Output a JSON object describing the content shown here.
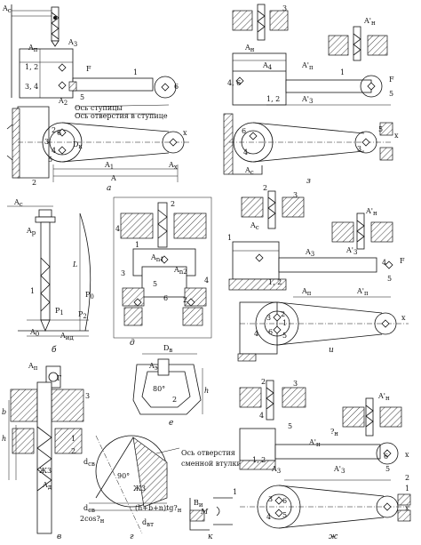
{
  "labels": {
    "a": {
      "caption": "а",
      "Ac": "A",
      "Ac_sub": "с",
      "An": "A",
      "An_sub": "п",
      "A3": "A",
      "A3_sub": "3",
      "F": "F",
      "n1": "1",
      "n12": "1, 2",
      "n34": "3, 4",
      "n5": "5",
      "n6": "6",
      "A2": "A",
      "A2_sub": "2",
      "note_hub": "Ось ступицы",
      "note_hole": "Ось отверстия в ступице",
      "n2": "2",
      "n3": "3",
      "n4": "4",
      "n5b": "5",
      "n6b": "6",
      "D_sub": "к",
      "x": "x",
      "A1": "A",
      "A1_sub": "1",
      "Ax": "A",
      "Ax_sub": "x",
      "A": "A",
      "n2c": "2"
    },
    "z": {
      "caption": "з",
      "n3": "3",
      "An_prime": "A'",
      "An_prime_sub": "н",
      "An": "A",
      "An_sub": "н",
      "A4": "A",
      "A4_sub": "4",
      "An2": "A'",
      "An2_sub": "п",
      "n1": "1",
      "F": "F",
      "n46": "4, 6",
      "n5": "5",
      "n12": "1, 2",
      "A3p": "A'",
      "A3p_sub": "3",
      "n6": "6",
      "n4": "4",
      "n5b": "5",
      "n3b": "3",
      "x": "x",
      "Ac": "A",
      "Ac_sub": "с"
    },
    "b": {
      "caption": "б",
      "Ac": "A",
      "Ac_sub": "с",
      "Ap": "A",
      "Ap_sub": "р",
      "L": "L",
      "n1": "1",
      "Pa": "P",
      "Pa_sub": "0",
      "P1": "P",
      "P1_sub": "1",
      "P2": "P",
      "P2_sub": "2",
      "A0": "A",
      "A0_sub": "0",
      "Aid": "A",
      "Aid_sub": "ид"
    },
    "d": {
      "caption": "д",
      "n2": "2",
      "n4": "4",
      "n1": "1",
      "An1": "A",
      "An1_sub": "n1",
      "An2": "A",
      "An2_sub": "n2",
      "n3": "3",
      "n5": "5",
      "n6": "6",
      "n2b": "2",
      "n4b": "4"
    },
    "i": {
      "caption": "и",
      "n2": "2",
      "n3": "3",
      "Ac": "A",
      "Ac_sub": "с",
      "An_prime": "A'",
      "An_prime_sub": "н",
      "n1": "1",
      "A3": "A",
      "A3_sub": "3",
      "A3p": "A'",
      "A3p_sub": "3",
      "n4": "4",
      "F": "F",
      "n12": "1, 2",
      "n5": "5",
      "An": "A",
      "An_sub": "п",
      "Anp": "A'",
      "Anp_sub": "п",
      "n3b": "3",
      "n4b": "4",
      "n5b": "5",
      "n6": "6",
      "n2b": "2",
      "n1b": "1",
      "x": "x"
    },
    "e": {
      "caption": "е",
      "Db": "D",
      "Db_sub": "в",
      "A": "A",
      "A_sub": "э",
      "angle": "80°",
      "h": "h",
      "n2": "2"
    },
    "v": {
      "caption": "в",
      "An": "A",
      "An_sub": "п",
      "G": "Г",
      "n3": "3",
      "h": "h",
      "b": "b",
      "n1": "1",
      "n2": "2",
      "Zh3": "Ж3",
      "A": "A",
      "A_sub": "д"
    },
    "g": {
      "caption": "г",
      "note": "Ось отверстия",
      "note2": "сменной втулки",
      "dcv": "d",
      "dcv_sub": "св",
      "angle": "90°",
      "Zh3": "Ж3",
      "dsv": "d",
      "dsv_sub": "св",
      "denom": "2cos?",
      "denom_sub": "н",
      "formula": "(h+b+n)tg?",
      "formula_sub": "н",
      "dvt": "d",
      "dvt_sub": "вт"
    },
    "zh": {
      "caption": "ж",
      "n2": "2",
      "n3": "3",
      "n4": "4",
      "n5": "5",
      "An_prime": "A'",
      "An_prime_sub": "н",
      "A": "A'",
      "A_sub": "н",
      "Ap": "?",
      "Ap_sub": "н",
      "n12": "1, 2",
      "A3": "A",
      "A3_sub": "3",
      "A3p": "A'",
      "A3p_sub": "3",
      "n6": "6",
      "n5b": "5",
      "n4b": "4",
      "n3b": "3",
      "n6b": "6",
      "n5c": "5",
      "x": "x",
      "x2": "x",
      "n1": "1",
      "n2b": "2"
    },
    "k": {
      "caption": "к",
      "n1": "1",
      "M": "M",
      "Bu": "B",
      "Bu_sub": "и"
    }
  }
}
